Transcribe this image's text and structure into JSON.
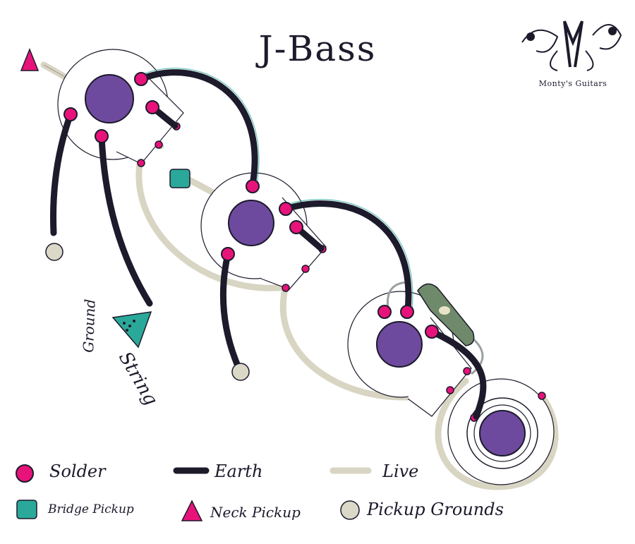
{
  "title": "J-Bass",
  "brand": "Monty's Guitars",
  "annotation": {
    "line1": "String",
    "line2": "Ground"
  },
  "legend": {
    "solder": "Solder",
    "earth": "Earth",
    "live": "Live",
    "bridge_pickup": "Bridge Pickup",
    "neck_pickup": "Neck Pickup",
    "pickup_grounds": "Pickup Grounds"
  },
  "colors": {
    "solder": "#e8137a",
    "earth": "#1c1a2b",
    "live": "#d9d5c3",
    "pot_shaft": "#6e4a9e",
    "bridge_pickup": "#2aa99a",
    "neck_pickup": "#e8137a",
    "pickup_grounds": "#dcd8c8",
    "capacitor": "#6f8a6a"
  }
}
